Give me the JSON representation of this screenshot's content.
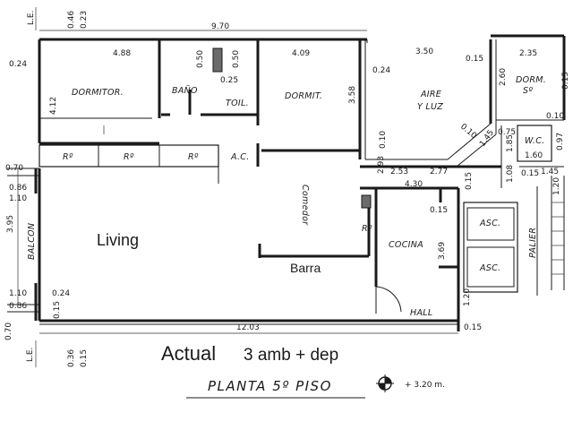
{
  "dimensions": {
    "top_total": "9.70",
    "le_top_a": "0.46",
    "le_top_b": "0.23",
    "le_bottom_a": "0.36",
    "le_bottom_b": "0.15",
    "le_left_top": "0.24",
    "dormitor_w": "4.88",
    "dormitor_h": "4.12",
    "bano_a": "0.50",
    "bano_b": "0.50",
    "bano_c": "0.25",
    "dormit_w": "4.09",
    "dormit_h": "3.58",
    "aire_w": "3.50",
    "aire_left": "0.24",
    "aire_small": "0.10",
    "dorm_s_top": "0.15",
    "dorm_s_w": "2.35",
    "dorm_s_h": "2.60",
    "dorm_s_right": "0.15",
    "dorm_s_bottom": "0.10",
    "diag_a": "0.10",
    "diag_b": "1.45",
    "diag_c": "0.75",
    "wc_h": "1.85",
    "wc_w": "1.60",
    "wc_r": "0.97",
    "stairs_a": "0.15",
    "stairs_b": "1.45",
    "hall_a": "2.53",
    "hall_b": "2.77",
    "hall_c": "2.93",
    "hall_w": "4.30",
    "hall_d": "0.15",
    "hall_e": "1.08",
    "right_120": "1.20",
    "asc_top": "0.15",
    "cocina_h": "3.69",
    "left_070_top": "0.70",
    "left_086_top": "0.86",
    "left_110_top": "1.10",
    "balcon_h": "3.95",
    "left_110_bot": "1.10",
    "left_086_bot": "0.86",
    "left_070_bot": "0.70",
    "left_024_bot": "0.24",
    "left_015_bot": "0.15",
    "bottom_total": "12.03",
    "hall_120": "1.20",
    "hall_015": "0.15",
    "ac": "A.C."
  },
  "labels": {
    "le_top": "L.E.",
    "le_bottom": "L.E.",
    "dormitor": "DORMITOR.",
    "bano": "BAÑO",
    "toil": "TOIL.",
    "dormit": "DORMIT.",
    "aire_1": "AIRE",
    "aire_2": "Y LUZ",
    "dorm_s_1": "DORM.",
    "dorm_s_2": "Sº",
    "wc": "W.C.",
    "r1": "Rº",
    "r2": "Rº",
    "r3": "Rº",
    "r4": "Rº",
    "comedor": "Comedor",
    "cocina": "COCINA",
    "asc1": "ASC.",
    "asc2": "ASC.",
    "palier": "PALIER",
    "hall": "HALL",
    "balcon": "BALCON",
    "living": "Living",
    "barra": "Barra"
  },
  "titles": {
    "actual_1": "Actual",
    "actual_2": "3 amb + dep",
    "planta": "PLANTA 5º PISO",
    "level": "+ 3.20 m."
  }
}
